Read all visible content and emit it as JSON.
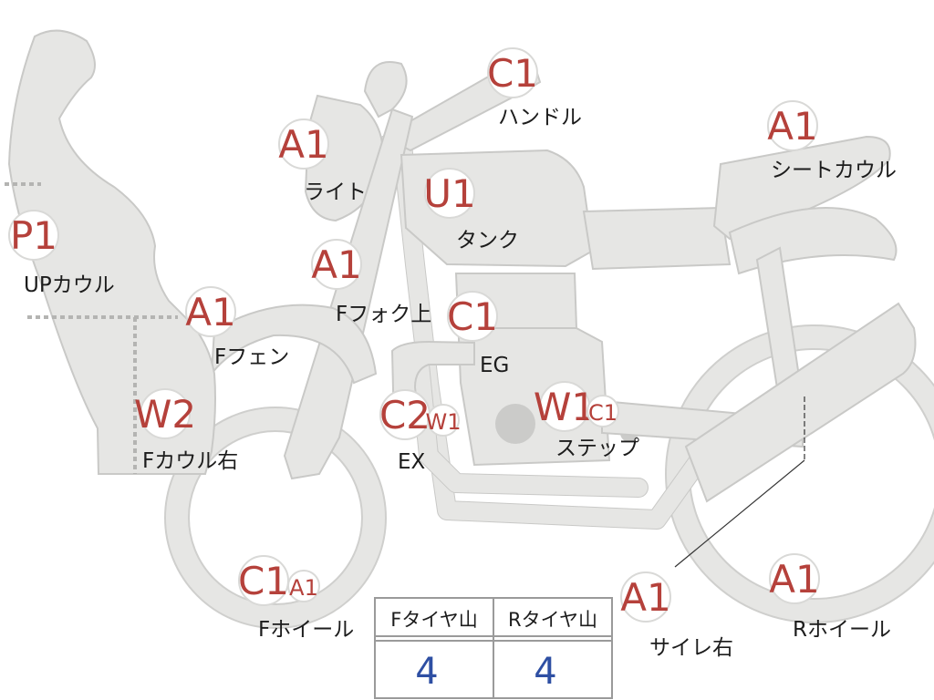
{
  "badges": [
    {
      "id": "handle-code",
      "code": "C1",
      "size": "lg"
    },
    {
      "id": "light-code",
      "code": "A1",
      "size": "lg"
    },
    {
      "id": "tank-code",
      "code": "U1",
      "size": "lg"
    },
    {
      "id": "seat-cowl-code",
      "code": "A1",
      "size": "lg"
    },
    {
      "id": "up-cowl-code",
      "code": "P1",
      "size": "lg"
    },
    {
      "id": "front-fork-code",
      "code": "A1",
      "size": "lg"
    },
    {
      "id": "front-fender-code",
      "code": "A1",
      "size": "lg"
    },
    {
      "id": "engine-code",
      "code": "C1",
      "size": "lg"
    },
    {
      "id": "exhaust-code-1",
      "code": "C2",
      "size": "lg"
    },
    {
      "id": "exhaust-code-2",
      "code": "W1",
      "size": "sm"
    },
    {
      "id": "step-code-1",
      "code": "W1",
      "size": "lg"
    },
    {
      "id": "step-code-2",
      "code": "C1",
      "size": "sm"
    },
    {
      "id": "front-cowl-right-code",
      "code": "W2",
      "size": "lg"
    },
    {
      "id": "front-wheel-code-1",
      "code": "C1",
      "size": "lg"
    },
    {
      "id": "front-wheel-code-2",
      "code": "A1",
      "size": "sm"
    },
    {
      "id": "silencer-right-code",
      "code": "A1",
      "size": "lg"
    },
    {
      "id": "rear-wheel-code",
      "code": "A1",
      "size": "lg"
    }
  ],
  "labels": {
    "handle": "ハンドル",
    "light": "ライト",
    "tank": "タンク",
    "seat_cowl": "シートカウル",
    "up_cowl": "UPカウル",
    "front_fork_upper": "Fフォク上",
    "front_fender": "Fフェン",
    "engine": "EG",
    "exhaust": "EX",
    "step": "ステップ",
    "front_cowl_right": "Fカウル右",
    "front_wheel": "Fホイール",
    "silencer_right": "サイレ右",
    "rear_wheel": "Rホイール"
  },
  "tire_table": {
    "front_header": "Fタイヤ山",
    "rear_header": "Rタイヤ山",
    "front_value": "4",
    "rear_value": "4"
  }
}
